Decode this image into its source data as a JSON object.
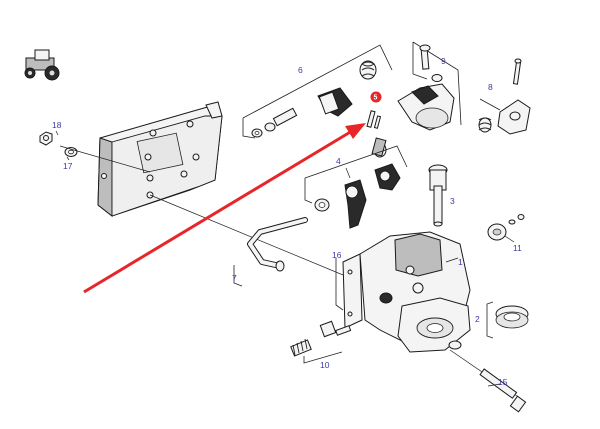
{
  "labels": {
    "l1": "1",
    "l2": "2",
    "l3": "3",
    "l4": "4",
    "l5": "5",
    "l6": "6",
    "l7": "7",
    "l8": "8",
    "l9": "9",
    "l10": "10",
    "l11": "11",
    "l15": "15",
    "l16": "16",
    "l17": "17",
    "l18": "18"
  },
  "colors": {
    "arrow": "#e8262a",
    "label_text": "#3a3aa8",
    "highlight_badge": "#e8262a"
  },
  "icons": {
    "tractor": "tractor-icon"
  }
}
